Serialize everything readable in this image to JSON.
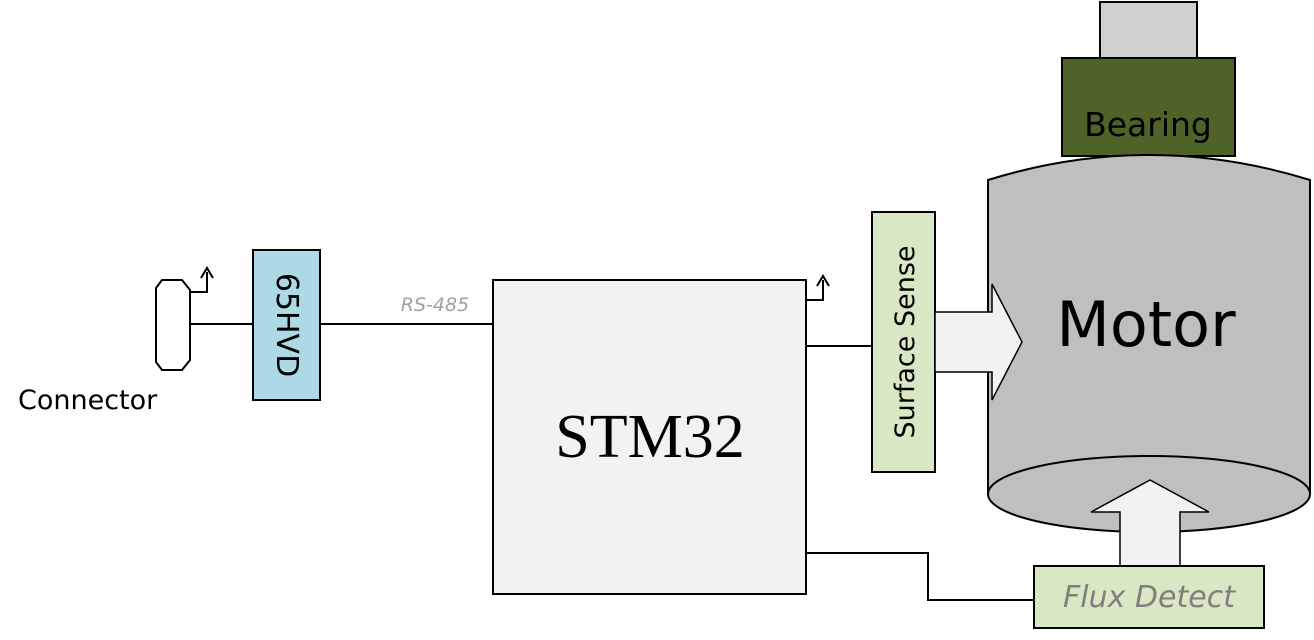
{
  "labels": {
    "connector": "Connector",
    "transceiver": "65HVD",
    "bus": "RS-485",
    "mcu": "STM32",
    "surface_sense": "Surface Sense",
    "motor": "Motor",
    "bearing": "Bearing",
    "flux_detect": "Flux Detect"
  },
  "colors": {
    "transceiver_fill": "#add8e6",
    "mcu_fill": "#f2f2f2",
    "sensor_fill": "#d9e8c4",
    "motor_fill": "#bfbfbf",
    "bearing_fill": "#4f6228",
    "shaft_fill": "#d0d0d0",
    "arrow_fill": "#f2f2f2",
    "stroke": "#000000",
    "muted_text": "#7f7f7f"
  }
}
